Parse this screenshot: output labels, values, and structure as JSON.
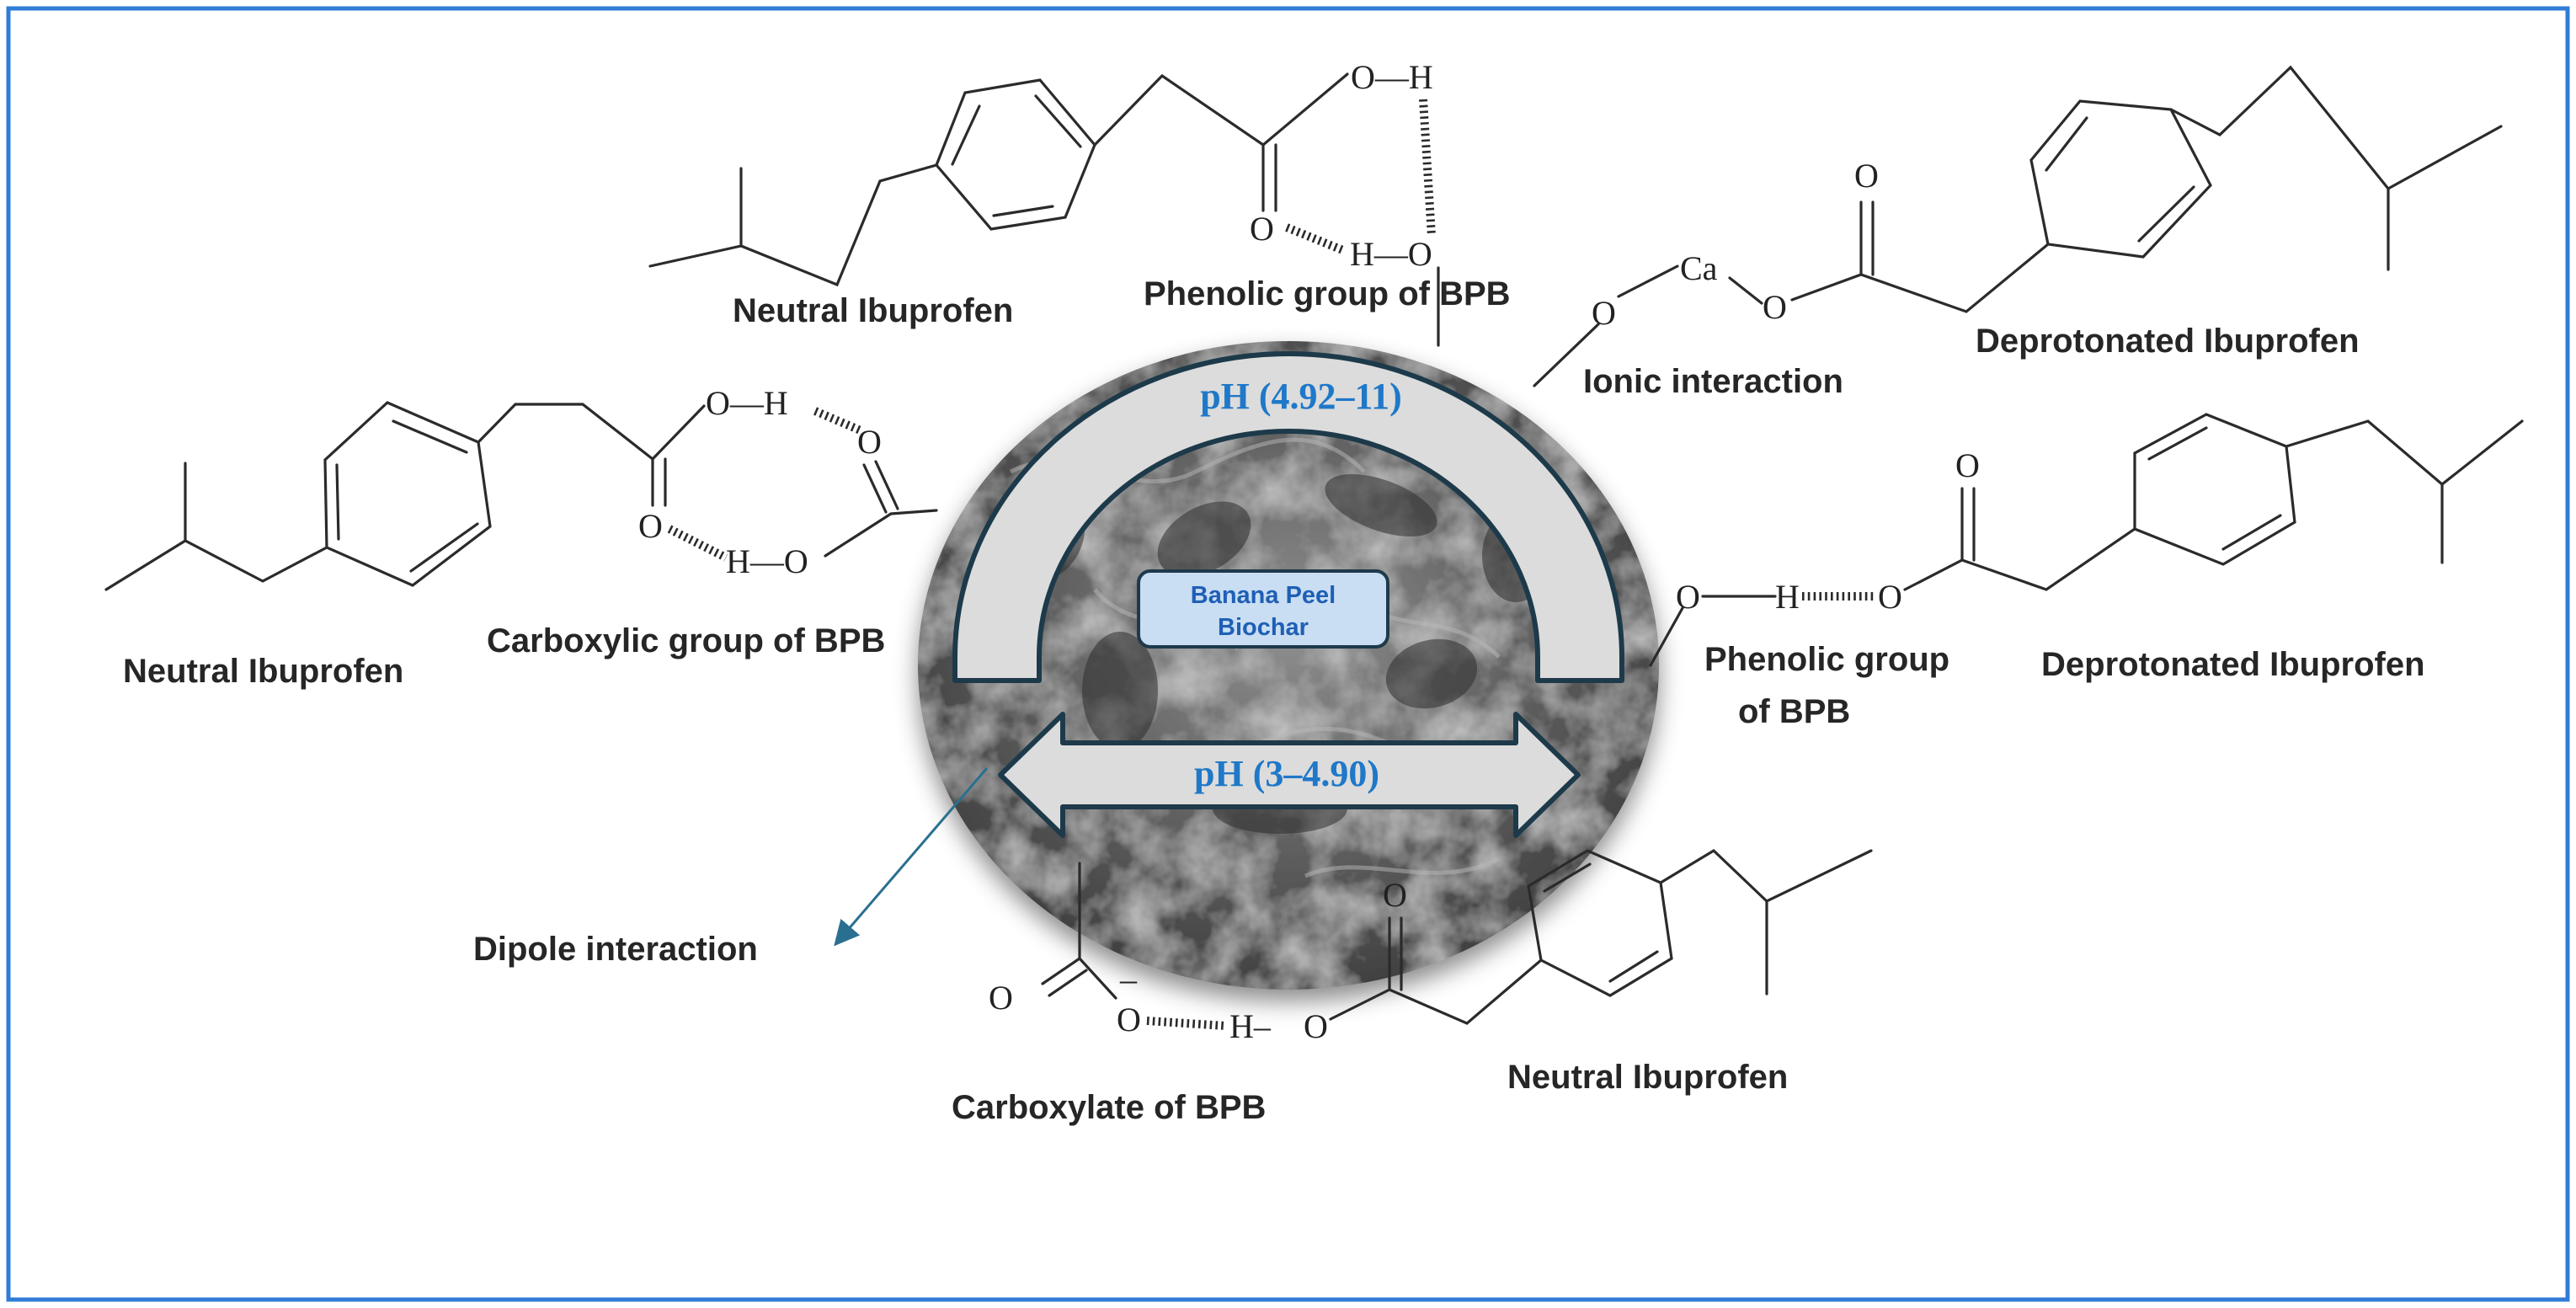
{
  "colors": {
    "frame": "#2f7dd6",
    "arrow_fill": "#dcdcdc",
    "arrow_stroke": "#1d3a4a",
    "ph_text": "#1f78c8",
    "biochar_label_text": "#1f5fb5",
    "biochar_label_box": "#c9def3",
    "dipole_arrow": "#2a6f90"
  },
  "labels": {
    "neutral_top": "Neutral Ibuprofen",
    "phenolic_top": "Phenolic group of BPB",
    "deprot_top": "Deprotonated Ibuprofen",
    "ionic": "Ionic interaction",
    "neutral_left": "Neutral Ibuprofen",
    "carboxylic": "Carboxylic group of BPB",
    "phenolic_right_1": "Phenolic group",
    "phenolic_right_2": "of BPB",
    "deprot_right": "Deprotonated Ibuprofen",
    "dipole": "Dipole interaction",
    "carboxylate": "Carboxylate of BPB",
    "neutral_bottom": "Neutral Ibuprofen"
  },
  "center": {
    "ph_high": "pH (4.92–11)",
    "ph_low": "pH (3–4.90)",
    "biochar_line1": "Banana Peel",
    "biochar_line2": "Biochar"
  },
  "atoms": {
    "O": "O",
    "H": "H",
    "Ca": "Ca",
    "OH": "O—H",
    "HO": "H—O",
    "H_dash": "H–",
    "minus": "–"
  }
}
